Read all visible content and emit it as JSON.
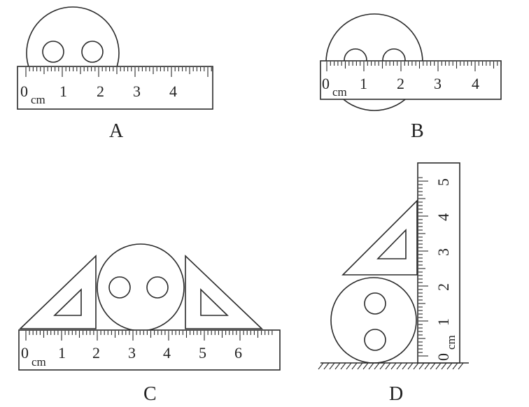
{
  "panels": [
    {
      "id": "A",
      "label": "A",
      "unit": "cm",
      "numbers": [
        "0",
        "1",
        "2",
        "3",
        "4"
      ]
    },
    {
      "id": "B",
      "label": "B",
      "unit": "cm",
      "numbers": [
        "0",
        "1",
        "2",
        "3",
        "4"
      ]
    },
    {
      "id": "C",
      "label": "C",
      "unit": "cm",
      "numbers": [
        "0",
        "1",
        "2",
        "3",
        "4",
        "5",
        "6"
      ]
    },
    {
      "id": "D",
      "label": "D",
      "unit": "cm",
      "numbers": [
        "0",
        "1",
        "2",
        "3",
        "4",
        "5"
      ]
    }
  ]
}
